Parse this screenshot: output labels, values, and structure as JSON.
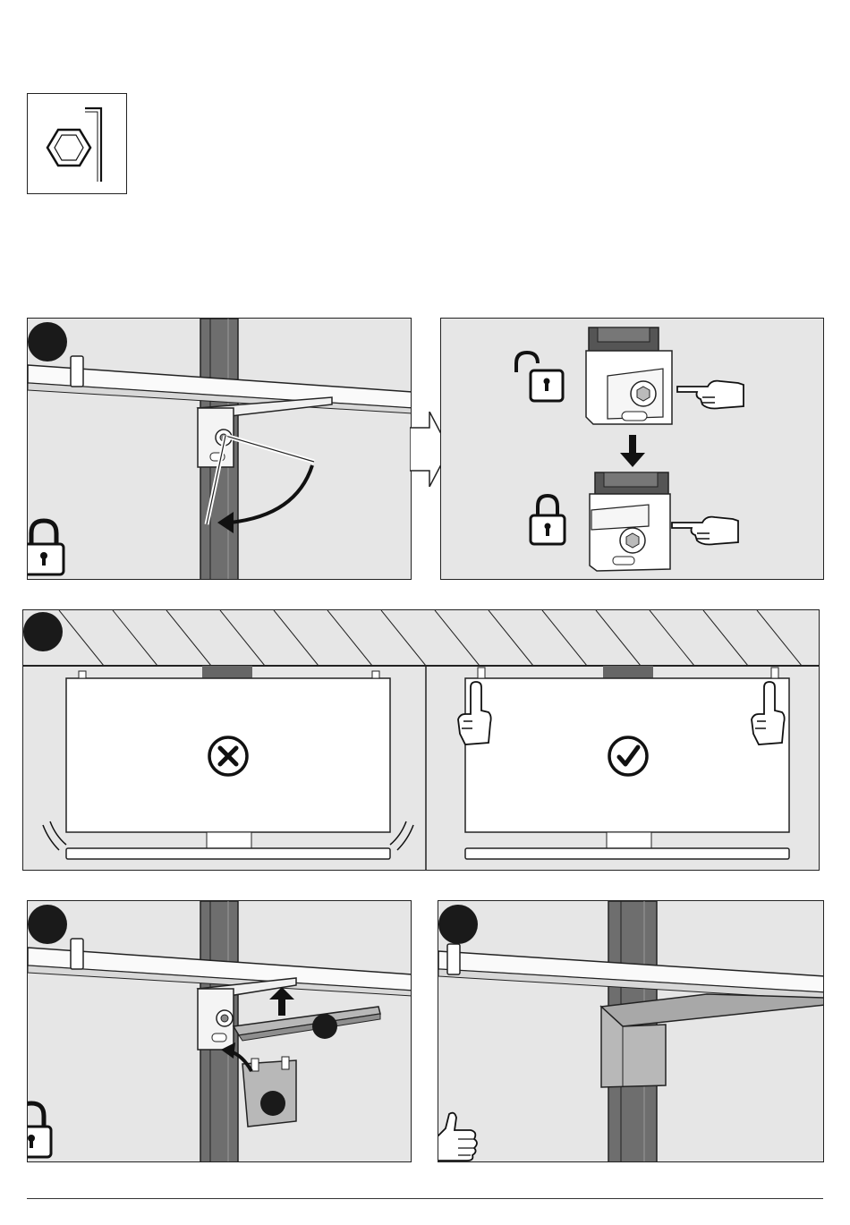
{
  "tools": {
    "icons": [
      "hex-key-icon"
    ]
  },
  "steps": [
    {
      "id": "step-1",
      "number": ""
    },
    {
      "id": "step-2",
      "number": ""
    },
    {
      "id": "step-3",
      "number": ""
    },
    {
      "id": "step-4",
      "number": ""
    }
  ],
  "callouts": {
    "part_a": "",
    "part_b": ""
  },
  "colors": {
    "panel_bg": "#e6e6e6",
    "outline": "#222222",
    "accent_dark": "#1a1a1a",
    "post_gray": "#6e6e6e"
  },
  "icons": {
    "lock_closed": "padlock-closed-icon",
    "lock_open": "padlock-open-icon",
    "wrong": "x-mark-icon",
    "right": "check-mark-icon",
    "thumbs_up": "thumbs-up-icon",
    "pointing_hand": "pointing-hand-icon"
  }
}
